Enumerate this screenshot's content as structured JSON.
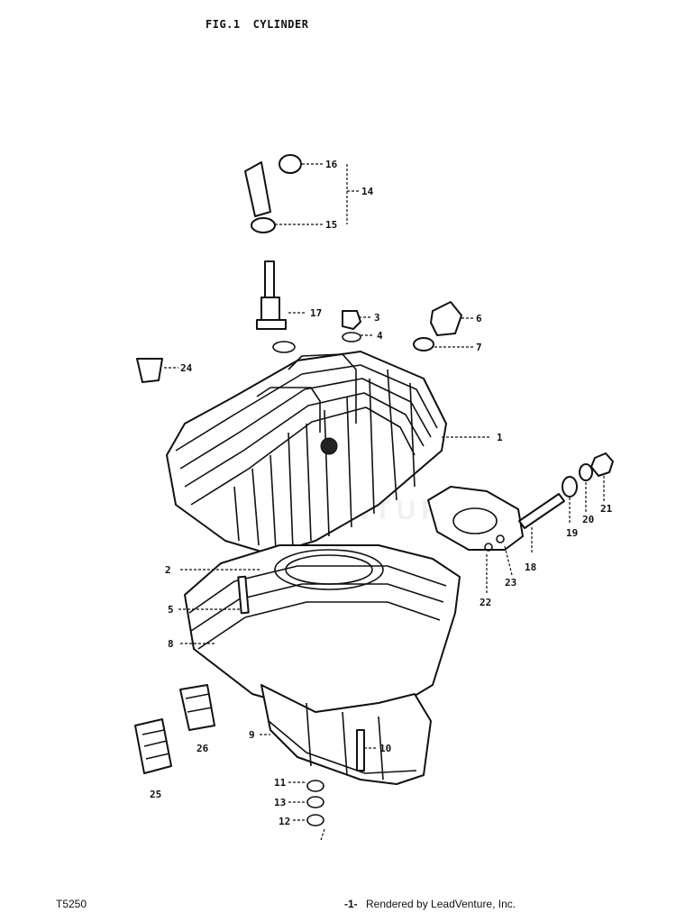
{
  "header": {
    "fig": "FIG.1",
    "title": "CYLINDER"
  },
  "footer": {
    "model": "T5250",
    "page": "-1-",
    "credit": "Rendered by LeadVenture, Inc."
  },
  "watermark": "LEADVENTURE",
  "callouts": [
    "1",
    "2",
    "3",
    "4",
    "5",
    "6",
    "7",
    "8",
    "9",
    "10",
    "11",
    "12",
    "13",
    "14",
    "15",
    "16",
    "17",
    "18",
    "19",
    "20",
    "21",
    "22",
    "23",
    "24",
    "25",
    "26"
  ]
}
